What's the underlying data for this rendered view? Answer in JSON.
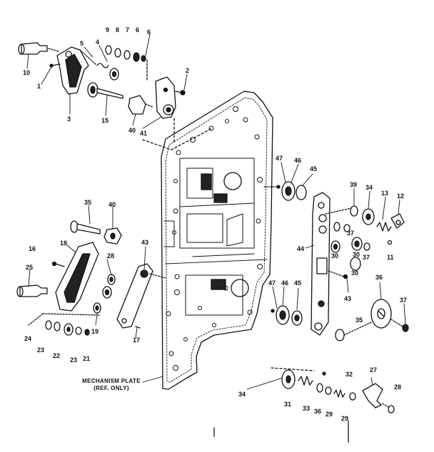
{
  "diagram": {
    "caption_line1": "MECHANISM PLATE",
    "caption_line2": "(REF. ONLY)",
    "callouts": [
      {
        "id": "c10",
        "text": "10"
      },
      {
        "id": "c1",
        "text": "1"
      },
      {
        "id": "c3",
        "text": "3"
      },
      {
        "id": "c5",
        "text": "5"
      },
      {
        "id": "c4",
        "text": "4"
      },
      {
        "id": "c9",
        "text": "9"
      },
      {
        "id": "c8",
        "text": "8"
      },
      {
        "id": "c7",
        "text": "7"
      },
      {
        "id": "c6a",
        "text": "6"
      },
      {
        "id": "c6b",
        "text": "6"
      },
      {
        "id": "c2",
        "text": "2"
      },
      {
        "id": "c15",
        "text": "15"
      },
      {
        "id": "c40a",
        "text": "40"
      },
      {
        "id": "c41",
        "text": "41"
      },
      {
        "id": "c47a",
        "text": "47"
      },
      {
        "id": "c46a",
        "text": "46"
      },
      {
        "id": "c45a",
        "text": "45"
      },
      {
        "id": "c39",
        "text": "39"
      },
      {
        "id": "c34a",
        "text": "34"
      },
      {
        "id": "c13",
        "text": "13"
      },
      {
        "id": "c12",
        "text": "12"
      },
      {
        "id": "c37a",
        "text": "37"
      },
      {
        "id": "c30a",
        "text": "30"
      },
      {
        "id": "c30b",
        "text": "30"
      },
      {
        "id": "c37b",
        "text": "37"
      },
      {
        "id": "c11",
        "text": "11"
      },
      {
        "id": "c44",
        "text": "44"
      },
      {
        "id": "c30c",
        "text": "30"
      },
      {
        "id": "c43a",
        "text": "43"
      },
      {
        "id": "c36a",
        "text": "36"
      },
      {
        "id": "c37c",
        "text": "37"
      },
      {
        "id": "c47b",
        "text": "47"
      },
      {
        "id": "c46b",
        "text": "46"
      },
      {
        "id": "c45b",
        "text": "45"
      },
      {
        "id": "c35a",
        "text": "35"
      },
      {
        "id": "c35",
        "text": "35"
      },
      {
        "id": "c40b",
        "text": "40"
      },
      {
        "id": "c43b",
        "text": "43"
      },
      {
        "id": "c16",
        "text": "16"
      },
      {
        "id": "c18",
        "text": "18"
      },
      {
        "id": "c28a",
        "text": "28"
      },
      {
        "id": "c25",
        "text": "25"
      },
      {
        "id": "c19",
        "text": "19"
      },
      {
        "id": "c24",
        "text": "24"
      },
      {
        "id": "c23a",
        "text": "23"
      },
      {
        "id": "c22",
        "text": "22"
      },
      {
        "id": "c23b",
        "text": "23"
      },
      {
        "id": "c21",
        "text": "21"
      },
      {
        "id": "c17",
        "text": "17"
      },
      {
        "id": "c32",
        "text": "32"
      },
      {
        "id": "c27",
        "text": "27"
      },
      {
        "id": "c34b",
        "text": "34"
      },
      {
        "id": "c31",
        "text": "31"
      },
      {
        "id": "c33",
        "text": "33"
      },
      {
        "id": "c36b",
        "text": "36"
      },
      {
        "id": "c29a",
        "text": "29"
      },
      {
        "id": "c29b",
        "text": "29"
      },
      {
        "id": "c28b",
        "text": "28"
      }
    ]
  }
}
